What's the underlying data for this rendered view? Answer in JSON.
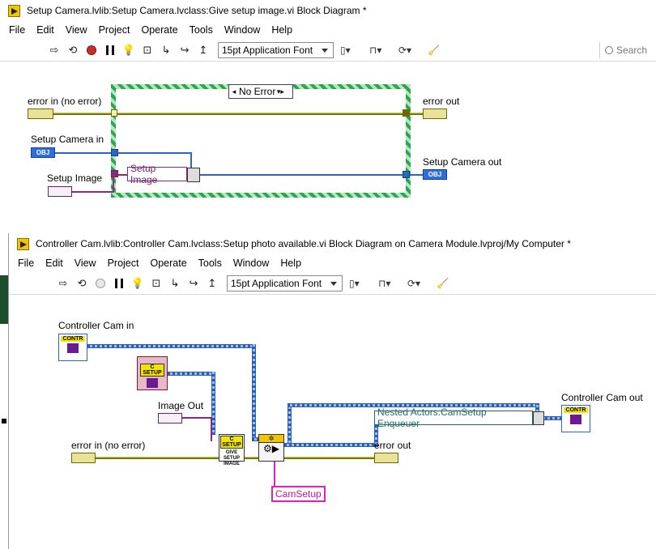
{
  "window1": {
    "title": "Setup Camera.lvlib:Setup Camera.lvclass:Give setup image.vi Block Diagram *",
    "menu": [
      "File",
      "Edit",
      "View",
      "Project",
      "Operate",
      "Tools",
      "Window",
      "Help"
    ],
    "font_selector": "15pt Application Font",
    "search_placeholder": "Search",
    "diagram": {
      "error_in_label": "error in (no error)",
      "setup_camera_in_label": "Setup Camera in",
      "setup_image_label": "Setup Image",
      "case_selector_value": "No Error",
      "unbundle_field": "Setup Image",
      "error_out_label": "error out",
      "setup_camera_out_label": "Setup Camera out",
      "obj_tag": "OBJ"
    }
  },
  "window2": {
    "title": "Controller Cam.lvlib:Controller Cam.lvclass:Setup photo available.vi Block Diagram on Camera Module.lvproj/My Computer *",
    "menu": [
      "File",
      "Edit",
      "View",
      "Project",
      "Operate",
      "Tools",
      "Window",
      "Help"
    ],
    "font_selector": "15pt Application Font",
    "diagram": {
      "controller_cam_in_label": "Controller Cam in",
      "image_out_label": "Image Out",
      "error_in_label": "error in (no error)",
      "error_out_label": "error out",
      "controller_cam_out_label": "Controller Cam out",
      "enqueuer_property": "Nested Actors.CamSetup Enqueuer",
      "string_constant": "CamSetup",
      "contr_tag": "CONTR",
      "csetup_tag": "C SETUP",
      "give_node_text": "GIVE SETUP IMAGE"
    }
  }
}
